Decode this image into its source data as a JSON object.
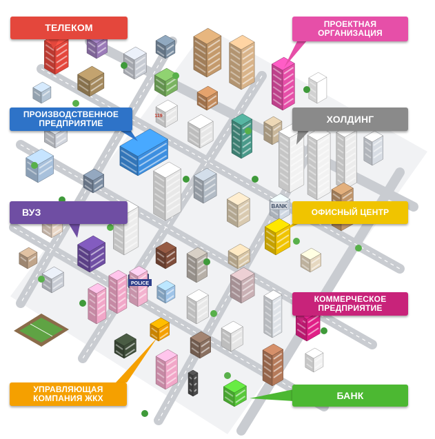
{
  "labels": {
    "telecom": {
      "text": "ТЕЛЕКОМ",
      "color": "#e4473c"
    },
    "project": {
      "text": "ПРОЕКТНАЯ\nОРГАНИЗАЦИЯ",
      "color": "#e64fa8"
    },
    "industrial": {
      "text": "ПРОИЗВОДСТВЕННОЕ\nПРЕДПРИЯТИЕ",
      "color": "#2e73c8"
    },
    "holding": {
      "text": "ХОЛДИНГ",
      "color": "#8a8a8a"
    },
    "university": {
      "text": "ВУЗ",
      "color": "#6f4ea3"
    },
    "office": {
      "text": "ОФИСНЫЙ ЦЕНТР",
      "color": "#f0c400"
    },
    "commercial": {
      "text": "КОММЕРЧЕСКОЕ\nПРЕДПРИЯТИЕ",
      "color": "#c8237a"
    },
    "management": {
      "text": "УПРАВЛЯЮЩАЯ\nКОМПАНИЯ ЖКХ",
      "color": "#f5a000"
    },
    "bank": {
      "text": "БАНК",
      "color": "#4cb832"
    }
  },
  "signs": {
    "bank": "BANK",
    "police": "POLICE",
    "shop": "119"
  },
  "colors": {
    "road": "#c9ccd1",
    "road_line": "#ffffff",
    "ground": "#eef0f2",
    "grass": "#79b84a",
    "tree": "#3f9a3a"
  }
}
